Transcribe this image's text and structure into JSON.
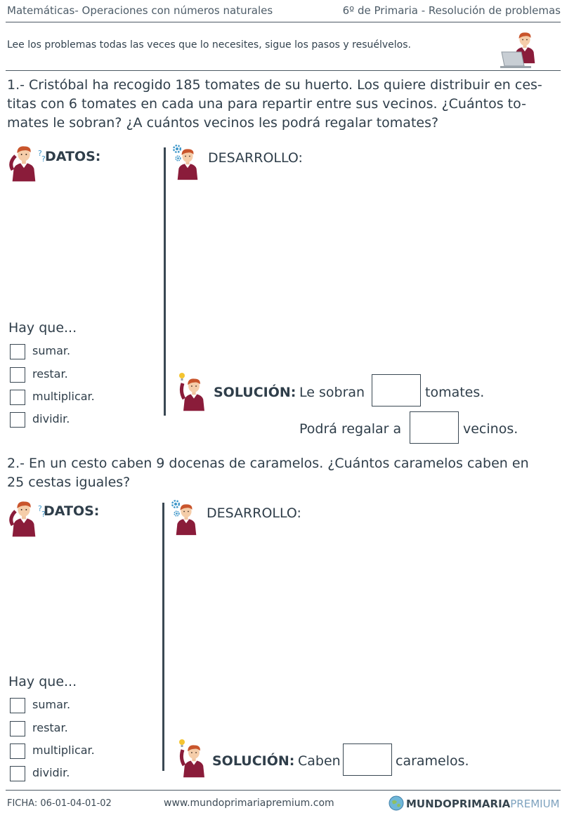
{
  "header": {
    "left": "Matemáticas- Operaciones con números naturales",
    "right": "6º de Primaria - Resolución de problemas"
  },
  "intro": "Lee los problemas todas las veces que lo necesites, sigue los pasos y resuélvelos.",
  "problems": [
    {
      "lines": [
        "1.- Cristóbal ha recogido 185 tomates de su huerto. Los quiere distribuir en ces-",
        "titas con 6 tomates en cada una para repartir entre sus vecinos. ¿Cuántos to-",
        "mates le sobran? ¿A cuántos vecinos les podrá regalar tomates?"
      ],
      "datos_label": "DATOS:",
      "desarrollo_label": "DESARROLLO:",
      "hay_que": "Hay que...",
      "options": [
        "sumar.",
        "restar.",
        "multiplicar.",
        "dividir."
      ],
      "solucion_label": "SOLUCIÓN:",
      "answer1_pre": "Le sobran",
      "answer1_post": "tomates.",
      "answer2_pre": "Podrá regalar a",
      "answer2_post": "vecinos."
    },
    {
      "lines": [
        "2.- En un cesto caben 9 docenas de caramelos. ¿Cuántos caramelos caben en",
        "25 cestas iguales?"
      ],
      "datos_label": "DATOS:",
      "desarrollo_label": "DESARROLLO:",
      "hay_que": "Hay que...",
      "options": [
        "sumar.",
        "restar.",
        "multiplicar.",
        "dividir."
      ],
      "solucion_label": "SOLUCIÓN:",
      "answer1_pre": "Caben",
      "answer1_post": "caramelos."
    }
  ],
  "footer": {
    "ficha": "FICHA:  06-01-04-01-02",
    "url": "www.mundoprimariapremium.com",
    "brand_main": "MUNDOPRIMARIA",
    "brand_premium": "PREMIUM"
  },
  "icons": {
    "student_laptop": "student-laptop-icon",
    "student_thinking": "student-thinking-icon",
    "student_gears": "student-gears-icon",
    "student_idea": "student-idea-icon",
    "globe": "globe-icon"
  },
  "colors": {
    "text": "#2f3e4a",
    "shirt": "#8a1c3a",
    "hair": "#c9552c",
    "accent_blue": "#3f97c9"
  }
}
